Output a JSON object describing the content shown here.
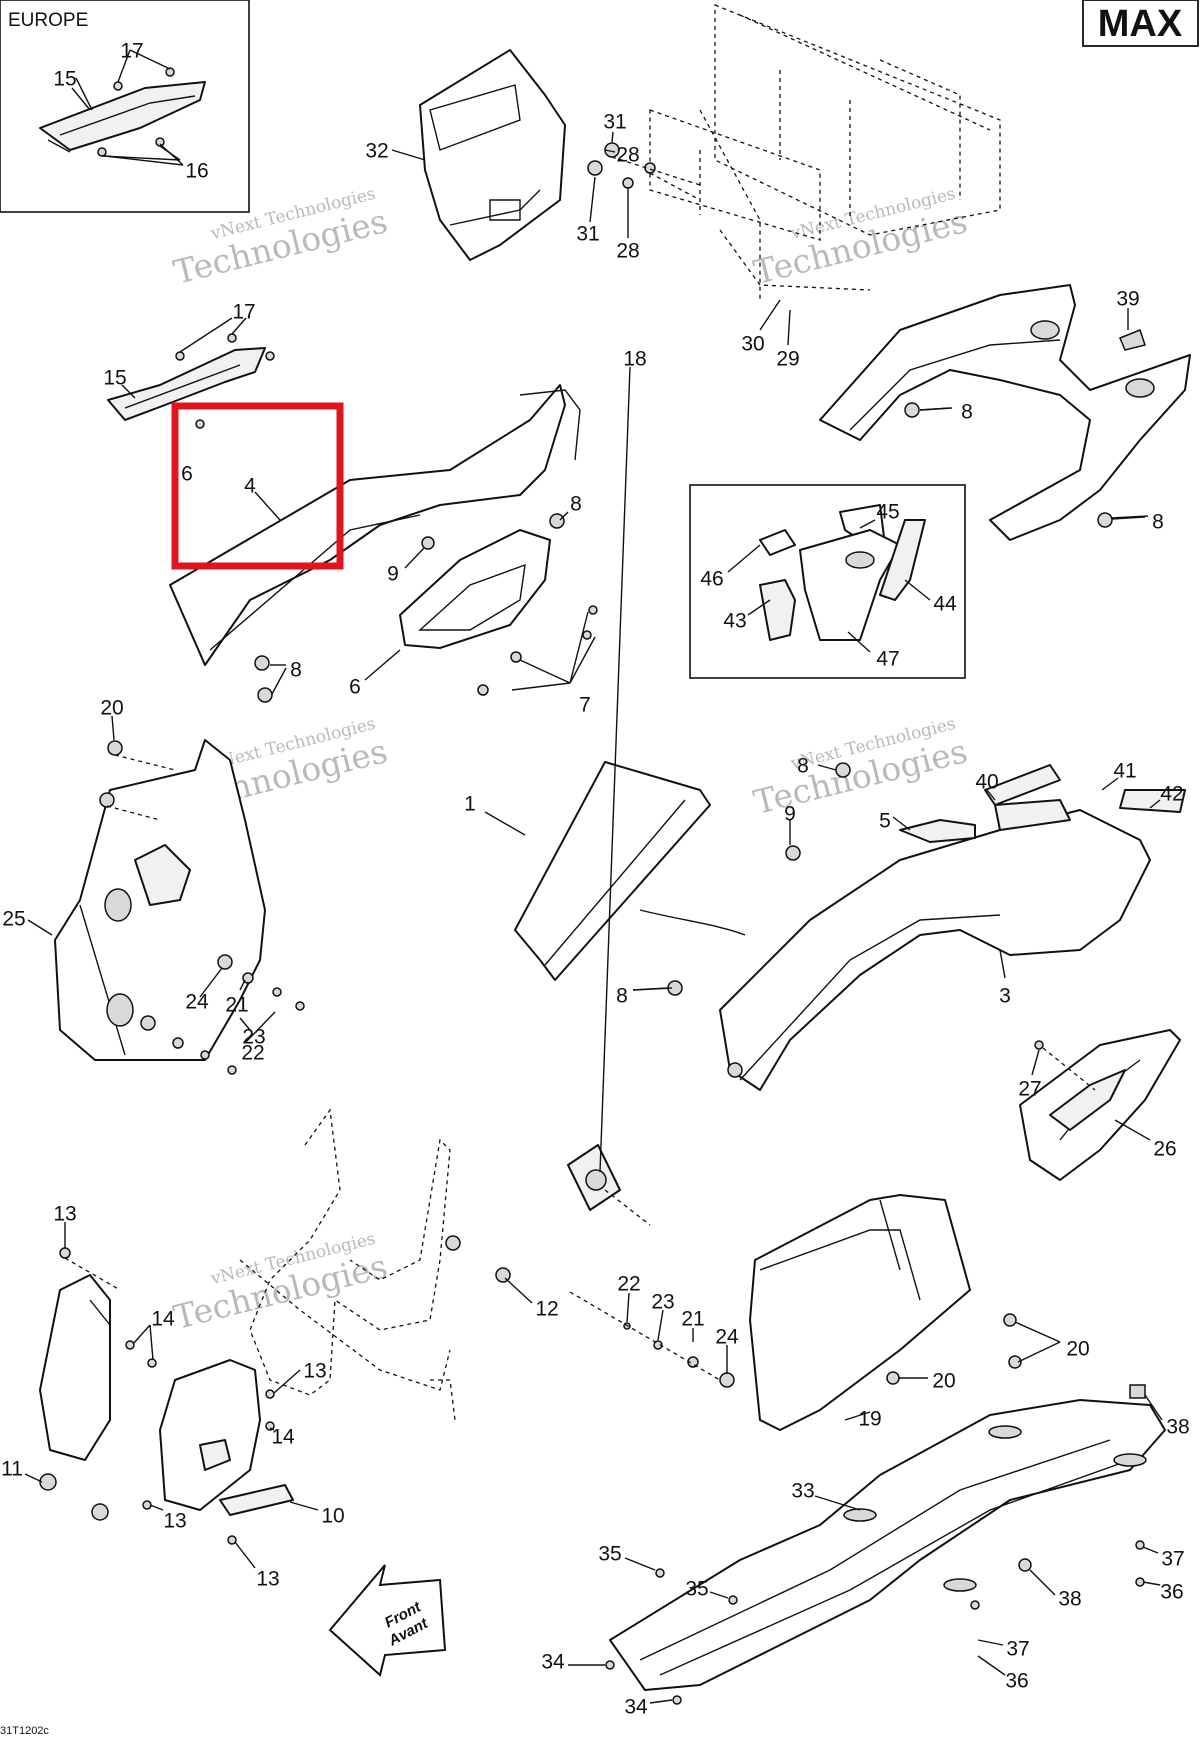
{
  "diagram": {
    "badge": "MAX",
    "inset_europe_title": "EUROPE",
    "drawing_code": "31T1202c",
    "direction_label": [
      "Front",
      "Avant"
    ],
    "watermark_line1": "vNext Technologies",
    "watermark_line2": "Technologies",
    "highlight_color": "#e0141e",
    "callouts": [
      "1",
      "3",
      "4",
      "5",
      "6",
      "6",
      "7",
      "8",
      "8",
      "8",
      "8",
      "8",
      "8",
      "9",
      "9",
      "10",
      "11",
      "12",
      "13",
      "13",
      "13",
      "13",
      "14",
      "14",
      "15",
      "15",
      "16",
      "17",
      "17",
      "18",
      "19",
      "20",
      "20",
      "20",
      "21",
      "21",
      "22",
      "22",
      "23",
      "23",
      "24",
      "24",
      "25",
      "26",
      "27",
      "28",
      "28",
      "29",
      "30",
      "31",
      "31",
      "32",
      "33",
      "34",
      "34",
      "35",
      "35",
      "36",
      "36",
      "37",
      "37",
      "38",
      "38",
      "39",
      "40",
      "41",
      "42",
      "43",
      "44",
      "45",
      "46",
      "47"
    ]
  }
}
